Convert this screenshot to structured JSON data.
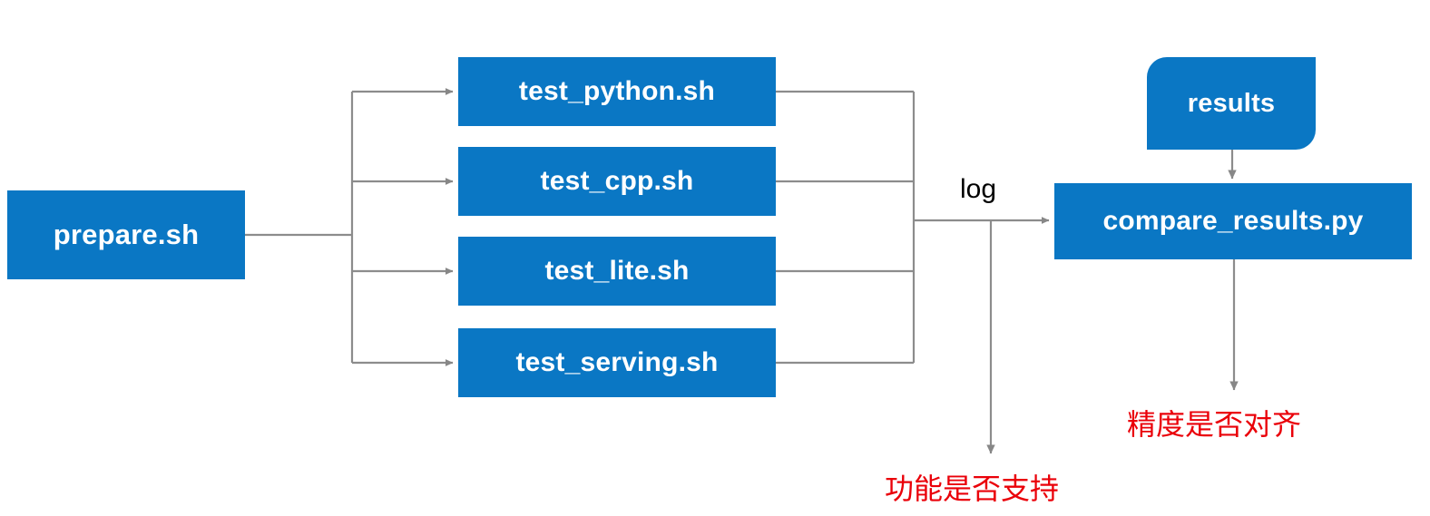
{
  "diagram": {
    "type": "flowchart",
    "title": "",
    "colors": {
      "node_fill": "#0a77c4",
      "node_text": "#ffffff",
      "connector": "#8c8c8c",
      "note_text": "#ea0009",
      "edge_label_text": "#000000",
      "background": "#ffffff"
    },
    "entry": {
      "label": "prepare.sh"
    },
    "test_stage": {
      "items": [
        {
          "label": "test_python.sh"
        },
        {
          "label": "test_cpp.sh"
        },
        {
          "label": "test_lite.sh"
        },
        {
          "label": "test_serving.sh"
        }
      ]
    },
    "edge_labels": {
      "log": "log"
    },
    "results_input": {
      "label": "results"
    },
    "comparator": {
      "label": "compare_results.py"
    },
    "notes": [
      {
        "label": "功能是否支持"
      },
      {
        "label": "精度是否对齐"
      }
    ],
    "flow": {
      "from_entry_to_tests": "prepare.sh fans out to four test scripts",
      "from_tests_to_comparator": "four test scripts merge into a log stream feeding compare_results.py",
      "from_results_to_comparator": "results feeds compare_results.py from above",
      "log_branch_note": "功能是否支持",
      "comparator_output_note": "精度是否对齐"
    }
  }
}
